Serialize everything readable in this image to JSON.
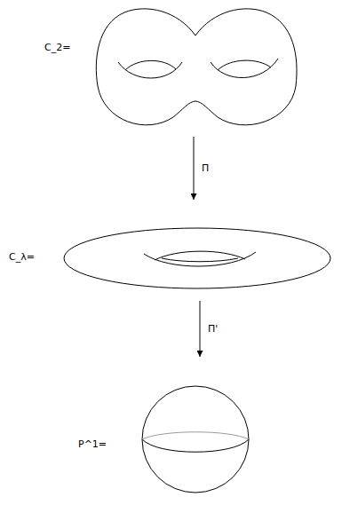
{
  "diagram": {
    "nodes": [
      {
        "text": [
          "C_2="
        ]
      },
      {
        "text": [
          "C_λ="
        ]
      },
      {
        "text": [
          "P^1="
        ]
      }
    ],
    "edges": [
      {
        "from": 0,
        "to": 1,
        "label": "Π",
        "arrow": "to"
      },
      {
        "from": 1,
        "to": 2,
        "label": "Π'",
        "arrow": "to"
      }
    ]
  }
}
